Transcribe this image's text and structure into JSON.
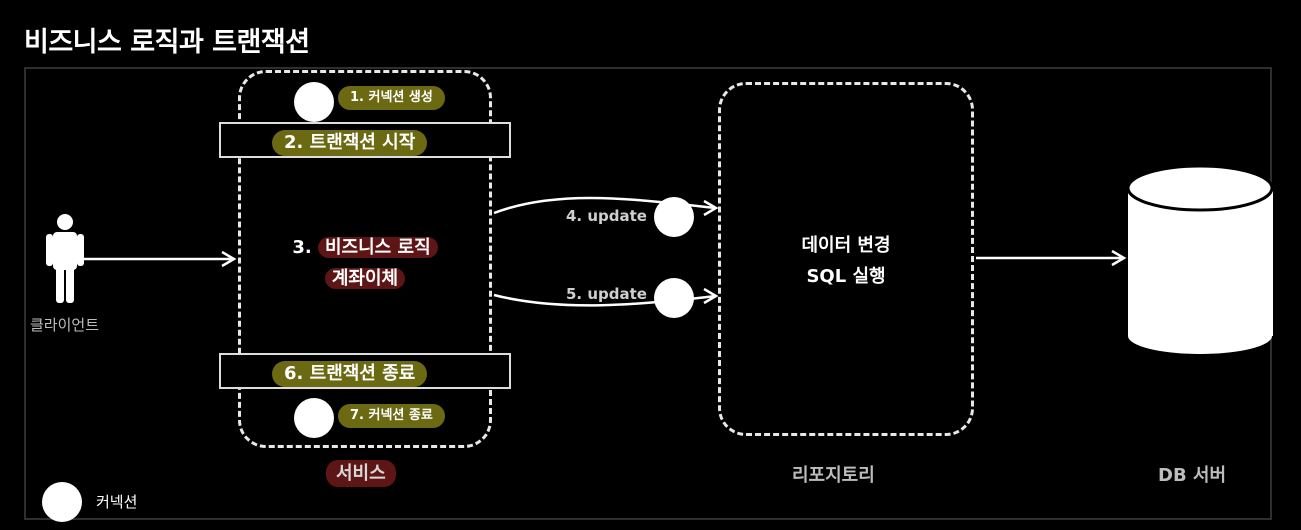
{
  "title": "비즈니스 로직과 트랜잭션",
  "client": {
    "label": "클라이언트"
  },
  "service": {
    "label": "서비스",
    "step1": "1. 커넥션 생성",
    "step2": "2. 트랜잭션 시작",
    "step3_prefix": "3.",
    "step3_line1": "비즈니스 로직",
    "step3_line2": "계좌이체",
    "step6": "6. 트랜잭션 종료",
    "step7": "7. 커넥션 종료"
  },
  "flows": {
    "update4": "4. update",
    "update5": "5. update"
  },
  "repository": {
    "label": "리포지토리",
    "line1": "데이터 변경",
    "line2": "SQL 실행"
  },
  "db": {
    "label": "DB 서버"
  },
  "legend": {
    "connection": "커넥션"
  },
  "colors": {
    "olive": "#6b6a12",
    "maroon": "#5e1515",
    "box_border": "#e8e8e8"
  }
}
